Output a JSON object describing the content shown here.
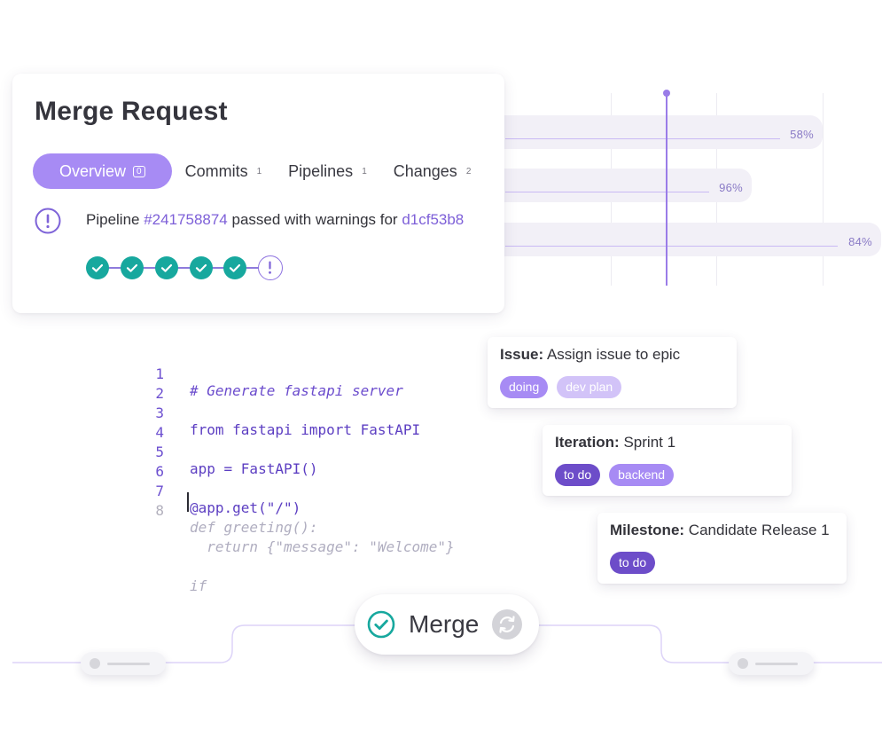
{
  "progress": {
    "bars": [
      {
        "label": "58%",
        "value": 0.58
      },
      {
        "label": "96%",
        "value": 0.96
      },
      {
        "label": "84%",
        "value": 0.84
      }
    ]
  },
  "merge_request": {
    "title": "Merge Request",
    "tabs": [
      {
        "label": "Overview",
        "count": "0",
        "active": true
      },
      {
        "label": "Commits",
        "count": "1"
      },
      {
        "label": "Pipelines",
        "count": "1"
      },
      {
        "label": "Changes",
        "count": "2"
      }
    ],
    "pipeline": {
      "prefix": "Pipeline ",
      "id": "#241758874",
      "middle": " passed with warnings for ",
      "commit": "d1cf53b8"
    },
    "stages": [
      "success",
      "success",
      "success",
      "success",
      "success",
      "warning"
    ],
    "icons": {
      "status": "warning-circle-icon",
      "stage_ok": "check-circle-icon",
      "stage_warn": "exclamation-circle-icon"
    }
  },
  "editor": {
    "lines": [
      {
        "n": "1",
        "text": "# Generate fastapi server",
        "kind": "comment"
      },
      {
        "n": "2",
        "text": "",
        "kind": "code"
      },
      {
        "n": "3",
        "text": "from fastapi import FastAPI",
        "kind": "code"
      },
      {
        "n": "4",
        "text": "",
        "kind": "code"
      },
      {
        "n": "5",
        "text": "app = FastAPI()",
        "kind": "code"
      },
      {
        "n": "6",
        "text": "",
        "kind": "code"
      },
      {
        "n": "7",
        "text": "@app.get(\"/\")",
        "kind": "code"
      },
      {
        "n": "8",
        "text": "def greeting():",
        "kind": "suggest"
      },
      {
        "n": "",
        "text": "  return {\"message\": \"Welcome\"}",
        "kind": "suggest"
      },
      {
        "n": "",
        "text": "",
        "kind": "suggest"
      },
      {
        "n": "",
        "text": "if",
        "kind": "suggest"
      }
    ]
  },
  "cards": {
    "issue": {
      "key": "Issue:",
      "value": "Assign issue to epic",
      "labels": [
        "doing",
        "dev plan"
      ]
    },
    "iteration": {
      "key": "Iteration:",
      "value": "Sprint 1",
      "labels": [
        "to do",
        "backend"
      ]
    },
    "milestone": {
      "key": "Milestone:",
      "value": "Candidate Release 1",
      "labels": [
        "to do"
      ]
    }
  },
  "merge": {
    "label": "Merge",
    "icons": {
      "status": "check-circle-icon",
      "sync": "sync-icon"
    },
    "colors": {
      "accent": "#a78bf4",
      "success": "#17a89e"
    }
  }
}
